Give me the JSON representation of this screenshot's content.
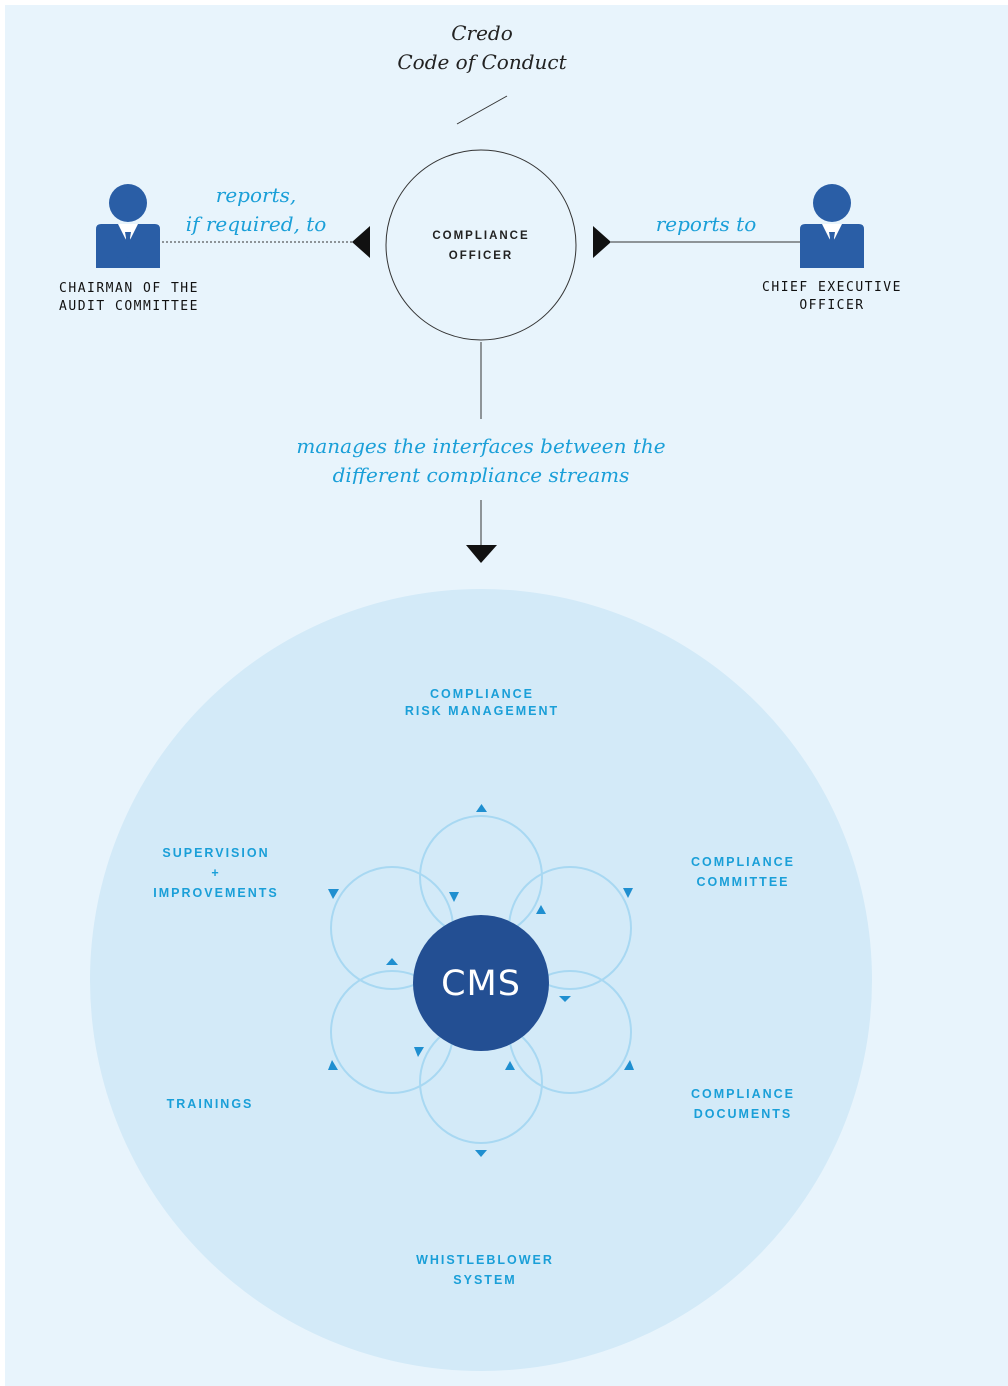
{
  "top_text": {
    "line1": "Credo",
    "line2": "Code of Conduct"
  },
  "compliance_officer": {
    "line1": "COMPLIANCE",
    "line2": "OFFICER"
  },
  "left_person": {
    "relation_line1": "reports,",
    "relation_line2": "if required, to",
    "label_line1": "CHAIRMAN OF THE",
    "label_line2": "AUDIT COMMITTEE"
  },
  "right_person": {
    "relation": "reports to",
    "label_line1": "CHIEF EXECUTIVE",
    "label_line2": "OFFICER"
  },
  "manages_text": {
    "line1": "manages the interfaces between the",
    "line2": "different compliance streams"
  },
  "cms": {
    "center_label": "CMS"
  },
  "streams": {
    "risk_management": {
      "line1": "COMPLIANCE",
      "line2": "RISK MANAGEMENT"
    },
    "committee": {
      "line1": "COMPLIANCE",
      "line2": "COMMITTEE"
    },
    "documents": {
      "line1": "COMPLIANCE",
      "line2": "DOCUMENTS"
    },
    "whistleblower": {
      "line1": "WHISTLEBLOWER",
      "line2": "SYSTEM"
    },
    "trainings": {
      "line1": "TRAININGS"
    },
    "supervision": {
      "line1": "SUPERVISION",
      "line2": "+",
      "line3": "IMPROVEMENTS"
    }
  },
  "colors": {
    "background": "#e8f4fc",
    "big_circle": "#d3eaf8",
    "petal_stroke": "#a8d8f2",
    "person_blue": "#2a5ea6",
    "cms_circle": "#234f93",
    "accent_cyan": "#1a9fd8",
    "arrow_cyan": "#1f8fd0"
  },
  "icons": {
    "left_person": "businessman-icon",
    "right_person": "businessman-icon"
  }
}
